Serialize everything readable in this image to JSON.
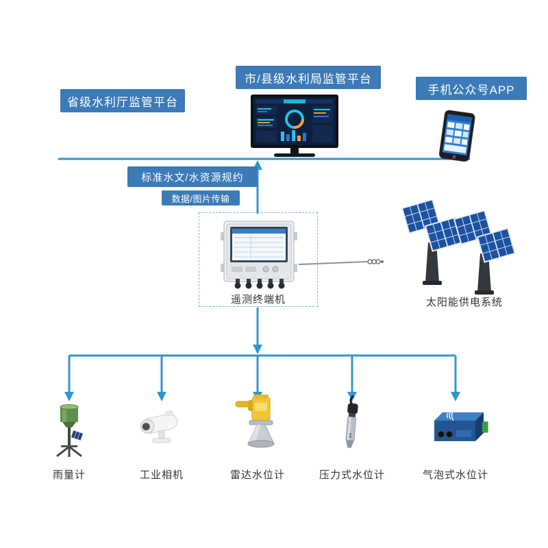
{
  "platforms": {
    "provincial": "省级水利厅监管平台",
    "city_county": "市/县级水利局监管平台",
    "mobile_app": "手机公众号APP"
  },
  "links": {
    "protocol": "标准水文/水资源规约",
    "transmission": "数据/图片传输"
  },
  "terminal": {
    "label": "遥测终端机"
  },
  "solar": {
    "label": "太阳能供电系统"
  },
  "sensors": [
    {
      "label": "雨量计"
    },
    {
      "label": "工业相机"
    },
    {
      "label": "雷达水位计"
    },
    {
      "label": "压力式水位计"
    },
    {
      "label": "气泡式水位计"
    }
  ],
  "colors": {
    "label_bg": "#3c7ab8",
    "connector": "#3096cd"
  }
}
